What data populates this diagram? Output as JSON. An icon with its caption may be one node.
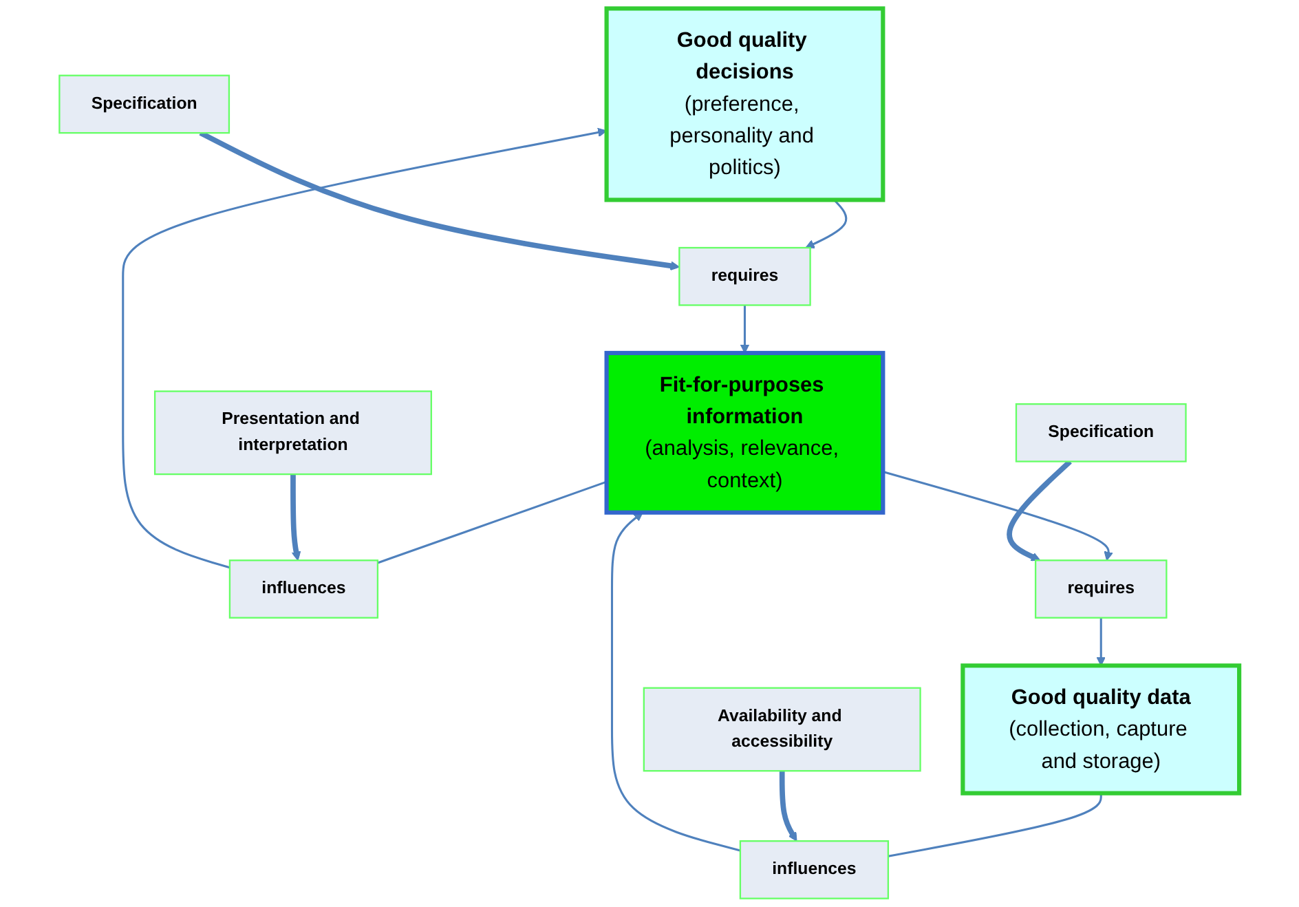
{
  "diagram": {
    "nodes": [
      {
        "text": [
          "Good quality decisions",
          "(preference, personality and politics)"
        ]
      },
      {
        "text": [
          "Specification"
        ]
      },
      {
        "text": [
          "requires"
        ]
      },
      {
        "text": [
          "influences"
        ]
      },
      {
        "text": [
          "Presentation and interpretation"
        ]
      },
      {
        "text": [
          "Fit-for-purposes information",
          "(analysis, relevance, context)"
        ]
      },
      {
        "text": [
          "Specification"
        ]
      },
      {
        "text": [
          "requires"
        ]
      },
      {
        "text": [
          "influences"
        ]
      },
      {
        "text": [
          "Availability and accessibility"
        ]
      },
      {
        "text": [
          "Good quality data",
          "(collection, capture and storage)"
        ]
      }
    ],
    "edges": [
      {
        "from": 0,
        "to": 2,
        "arrow": "to"
      },
      {
        "from": 1,
        "to": 2,
        "arrow": "to",
        "style": "thick"
      },
      {
        "from": 2,
        "to": 5,
        "arrow": "to"
      },
      {
        "from": 5,
        "to": 3,
        "arrow": "none"
      },
      {
        "from": 3,
        "to": 0,
        "arrow": "to"
      },
      {
        "from": 4,
        "to": 3,
        "arrow": "to",
        "style": "thick"
      },
      {
        "from": 5,
        "to": 7,
        "arrow": "to"
      },
      {
        "from": 6,
        "to": 7,
        "arrow": "to",
        "style": "thick"
      },
      {
        "from": 7,
        "to": 10,
        "arrow": "to"
      },
      {
        "from": 10,
        "to": 8,
        "arrow": "none"
      },
      {
        "from": 8,
        "to": 5,
        "arrow": "to"
      },
      {
        "from": 9,
        "to": 8,
        "arrow": "to",
        "style": "thick"
      }
    ]
  }
}
